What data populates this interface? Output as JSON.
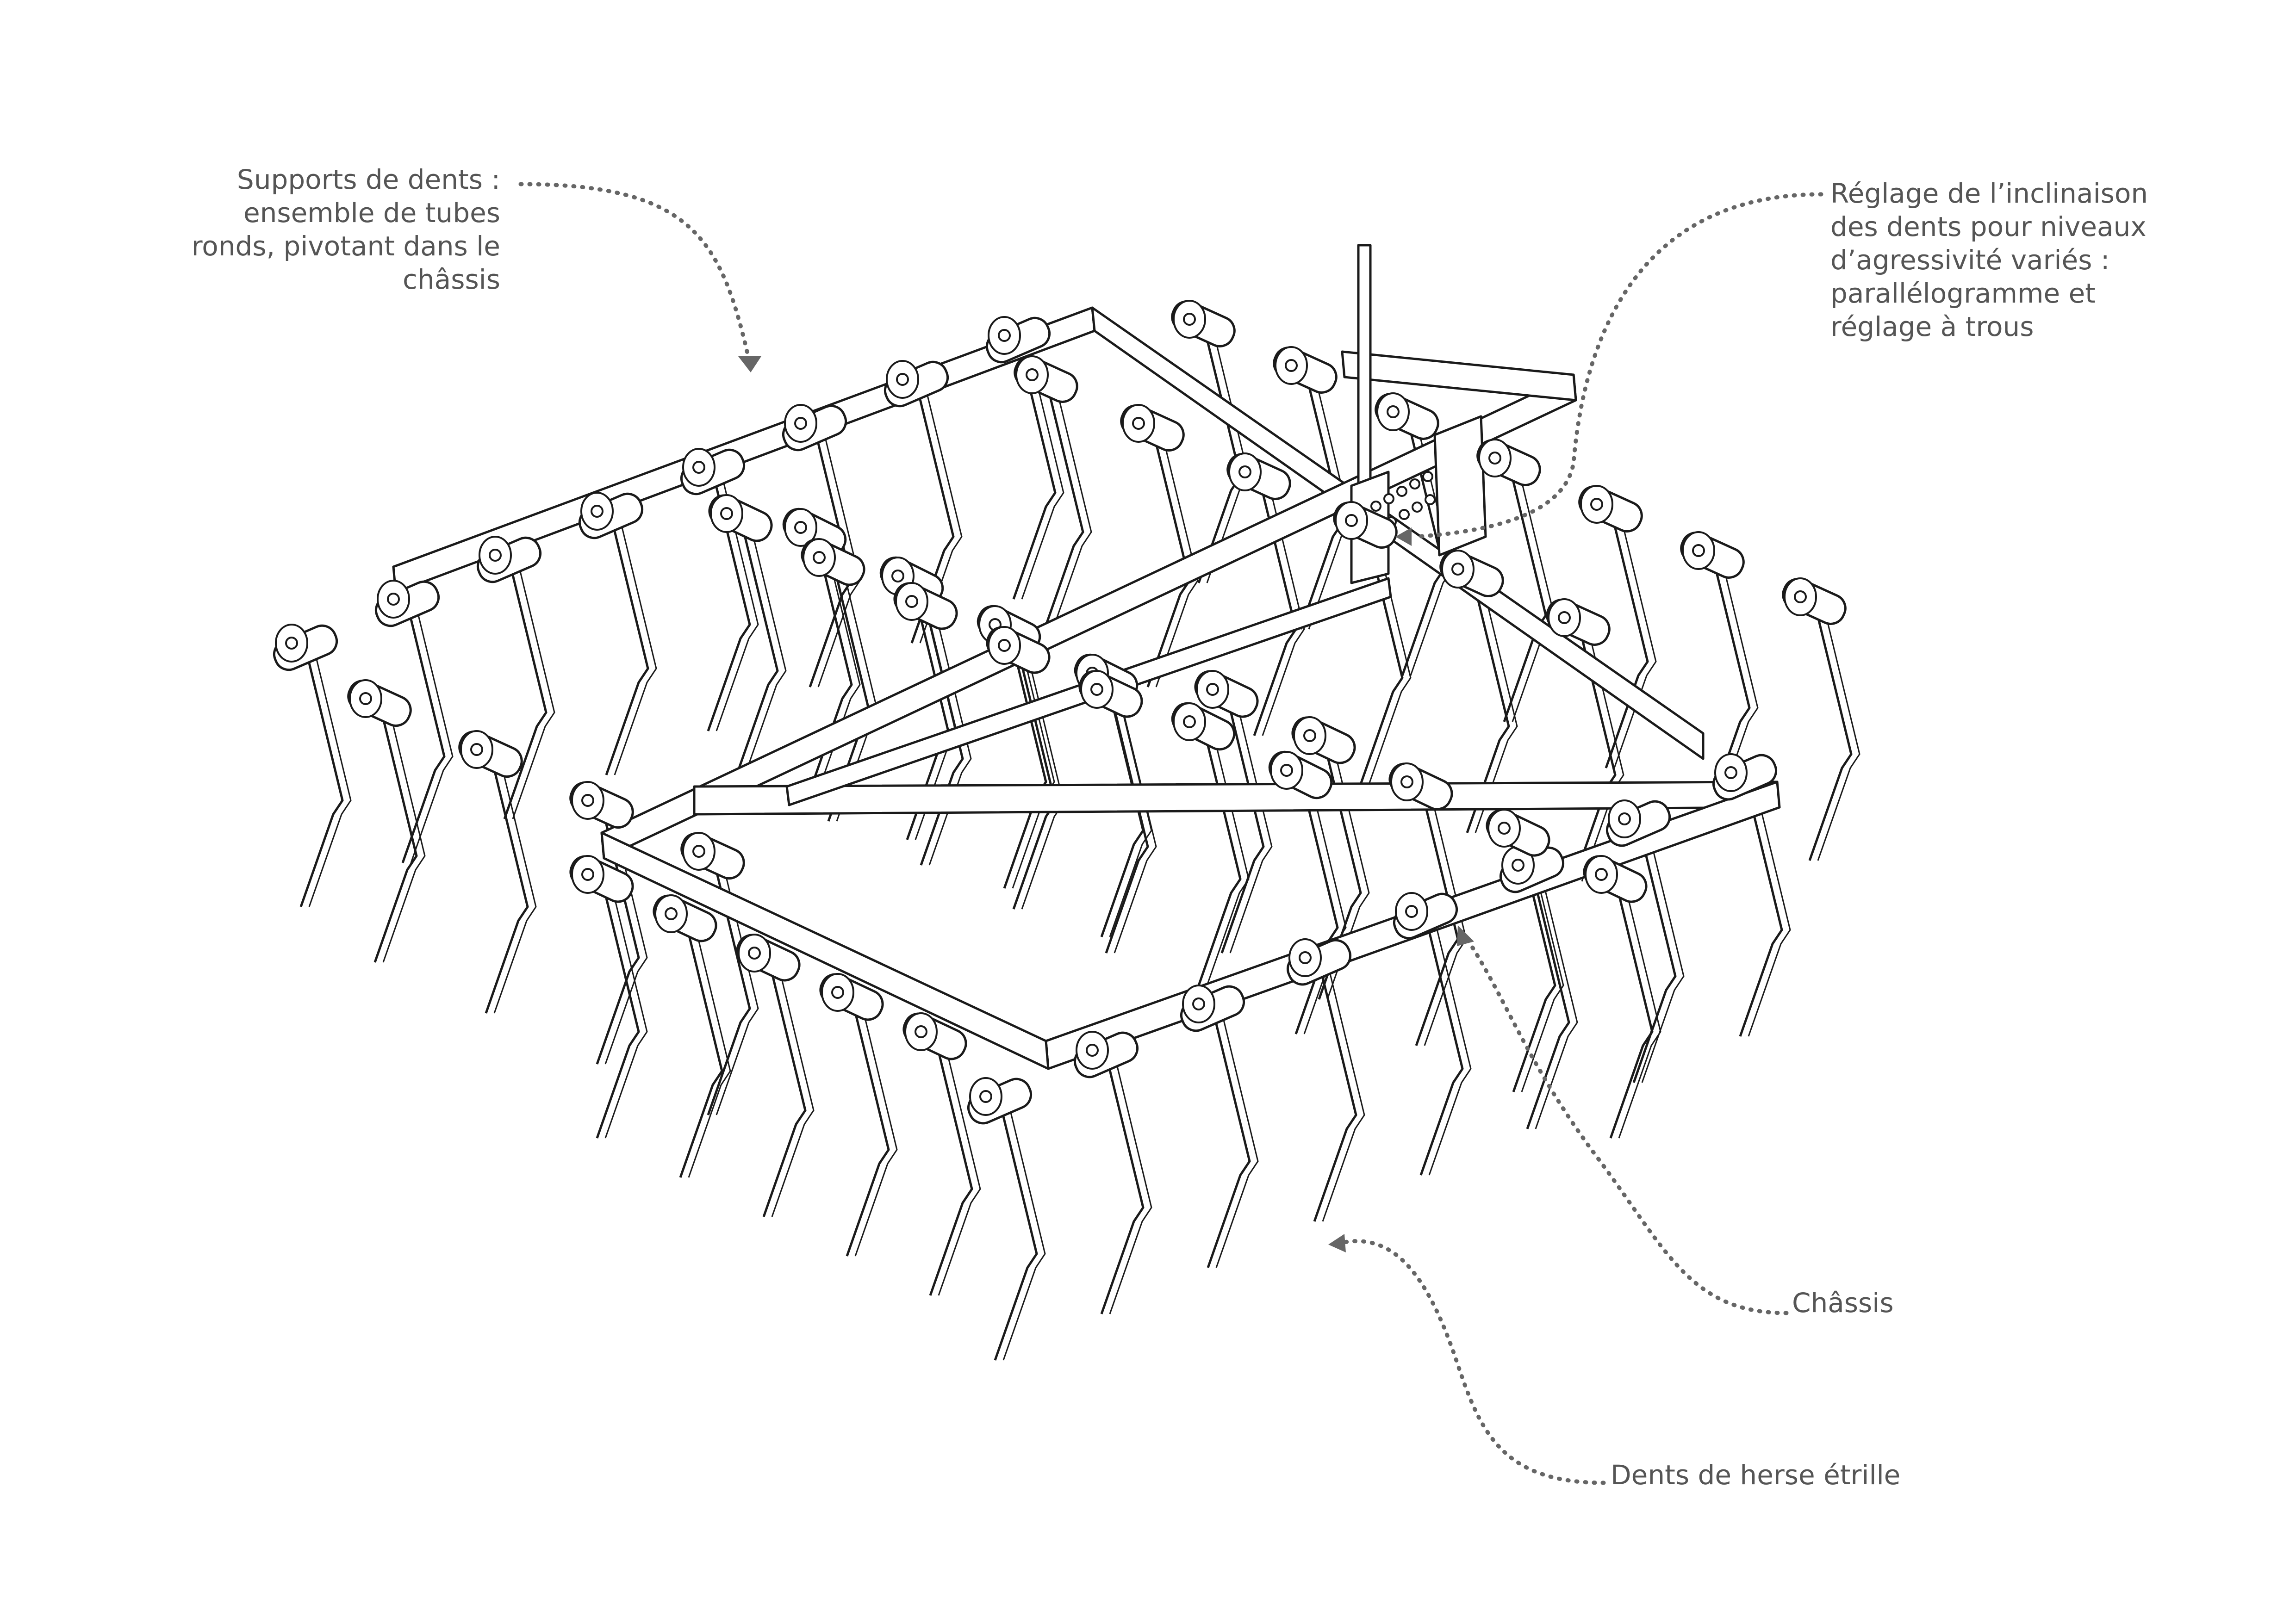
{
  "figure": {
    "labels": {
      "tine_supports": [
        "Supports de dents :",
        "ensemble de tubes",
        "ronds, pivotant dans le",
        "châssis"
      ],
      "tine_adjustment": [
        "Réglage de l’inclinaison",
        "des dents pour niveaux",
        "d’agressivité variés :",
        "parallélogramme et",
        "réglage à trous"
      ],
      "chassis": "Châssis",
      "tines": "Dents de herse étrille"
    },
    "colors": {
      "line_art": "#1a1a1a",
      "label_text": "#555555",
      "leader_line": "#666666",
      "background": "#ffffff"
    }
  }
}
